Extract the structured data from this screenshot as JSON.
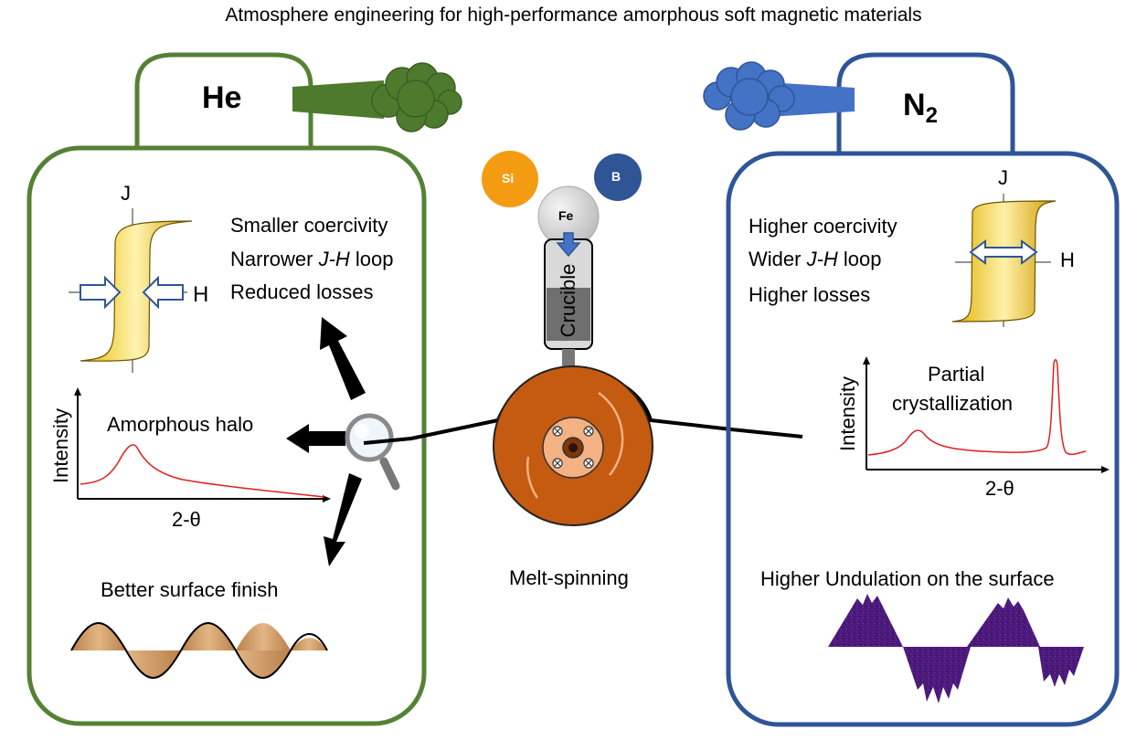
{
  "title": "Atmosphere engineering for high-performance amorphous soft magnetic materials",
  "he_chamber": {
    "gas_label": "He",
    "properties": [
      "Smaller coercivity",
      "Narrower ",
      "J-H",
      " loop",
      "Reduced losses"
    ],
    "loop_j_label": "J",
    "loop_h_label": "H",
    "xrd_label": "Amorphous halo",
    "xrd_ylabel": "Intensity",
    "xrd_xlabel": "2-θ",
    "surface_label": "Better surface finish"
  },
  "n2_chamber": {
    "gas_label_main": "N",
    "gas_label_sub": "2",
    "properties": [
      "Higher coercivity",
      "Wider ",
      "J-H",
      " loop",
      "Higher losses"
    ],
    "loop_j_label": "J",
    "loop_h_label": "H",
    "xrd_label_line1": "Partial",
    "xrd_label_line2": "crystallization",
    "xrd_ylabel": "Intensity",
    "xrd_xlabel": "2-θ",
    "surface_label": "Higher Undulation on the surface"
  },
  "center": {
    "elements": [
      "Si",
      "B",
      "Fe"
    ],
    "crucible_label": "Crucible",
    "process_label": "Melt-spinning"
  },
  "colors": {
    "he_green": "#548235",
    "he_cloud": "#4e7a2e",
    "n2_blue": "#2f5597",
    "n2_cloud": "#4472c4",
    "wheel_orange": "#c55a11",
    "si_orange": "#f39c12",
    "b_blue": "#2f5597",
    "xrd_red": "#e02020",
    "surface_purple": "#4b1a7a",
    "surface_tan": "#c8915a"
  }
}
